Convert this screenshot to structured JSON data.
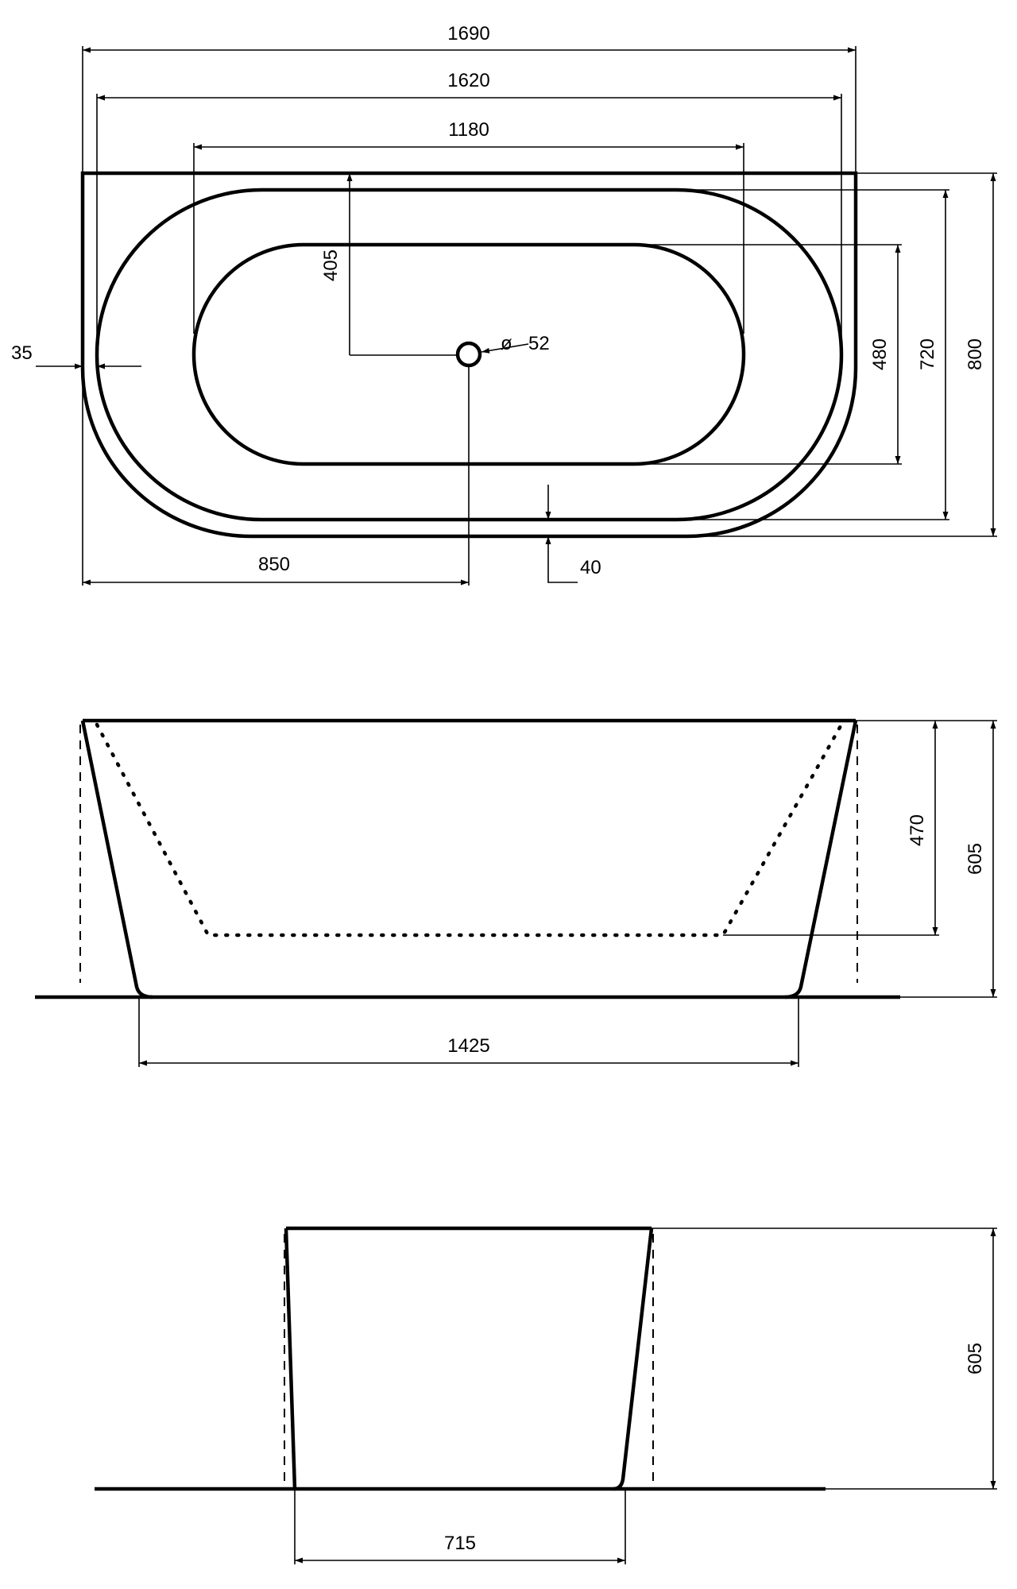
{
  "top_view": {
    "overall_length": "1690",
    "outer_rim_length": "1620",
    "inner_basin_length": "1180",
    "drain_offset_from_wall": "405",
    "drain_diameter_symbol": "ø",
    "drain_diameter": "52",
    "inner_basin_width": "480",
    "outer_rim_width": "720",
    "overall_width": "800",
    "rim_edge_left": "35",
    "drain_distance_from_left": "850",
    "rim_edge_front": "40"
  },
  "front_view": {
    "basin_depth": "470",
    "overall_height": "605",
    "base_length": "1425"
  },
  "side_view": {
    "overall_height": "605",
    "base_width": "715"
  }
}
